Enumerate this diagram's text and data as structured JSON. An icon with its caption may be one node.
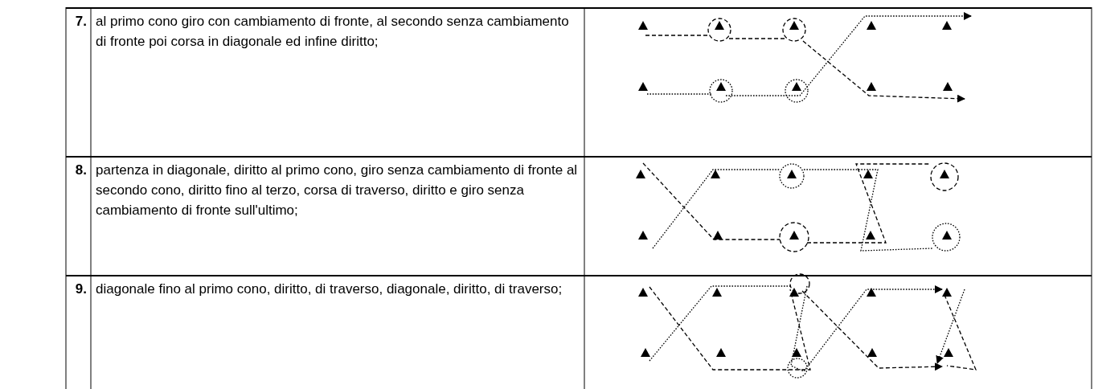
{
  "diagram": {
    "labels": [
      "7.",
      "al primo cono giro con cambiamento di fronte, al secondo senza cambiamento di fronte poi corsa in diagonale ed infine diritto;",
      "8.",
      "partenza in diagonale, diritto al primo cono, giro senza cambiamento di fronte al secondo cono, diritto fino al terzo, corsa di traverso, diritto e giro senza cambiamento di fronte sull'ultimo;",
      "9.",
      "diagonale fino al primo cono, diritto, di traverso, diagonale, diritto, di traverso;"
    ]
  }
}
